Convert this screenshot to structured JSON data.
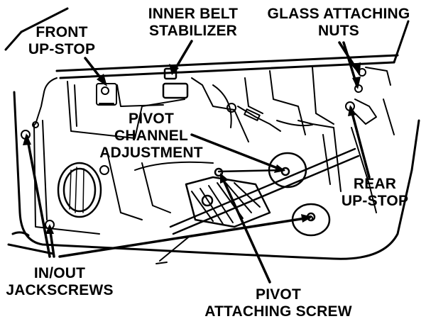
{
  "colors": {
    "ink": "#000000",
    "paper": "#ffffff"
  },
  "callouts": {
    "front_up_stop": {
      "line1": "FRONT",
      "line2": "UP-STOP"
    },
    "inner_belt_stabilizer": {
      "line1": "INNER BELT",
      "line2": "STABILIZER"
    },
    "glass_attaching_nuts": {
      "line1": "GLASS ATTACHING",
      "line2": "NUTS"
    },
    "pivot_channel_adjustment": {
      "line1": "PIVOT",
      "line2": "CHANNEL",
      "line3": "ADJUSTMENT"
    },
    "rear_up_stop": {
      "line1": "REAR",
      "line2": "UP-STOP"
    },
    "in_out_jackscrews": {
      "line1": "IN/OUT",
      "line2": "JACKSCREWS"
    },
    "pivot_attaching_screw": {
      "line1": "PIVOT",
      "line2": "ATTACHING SCREW"
    }
  }
}
